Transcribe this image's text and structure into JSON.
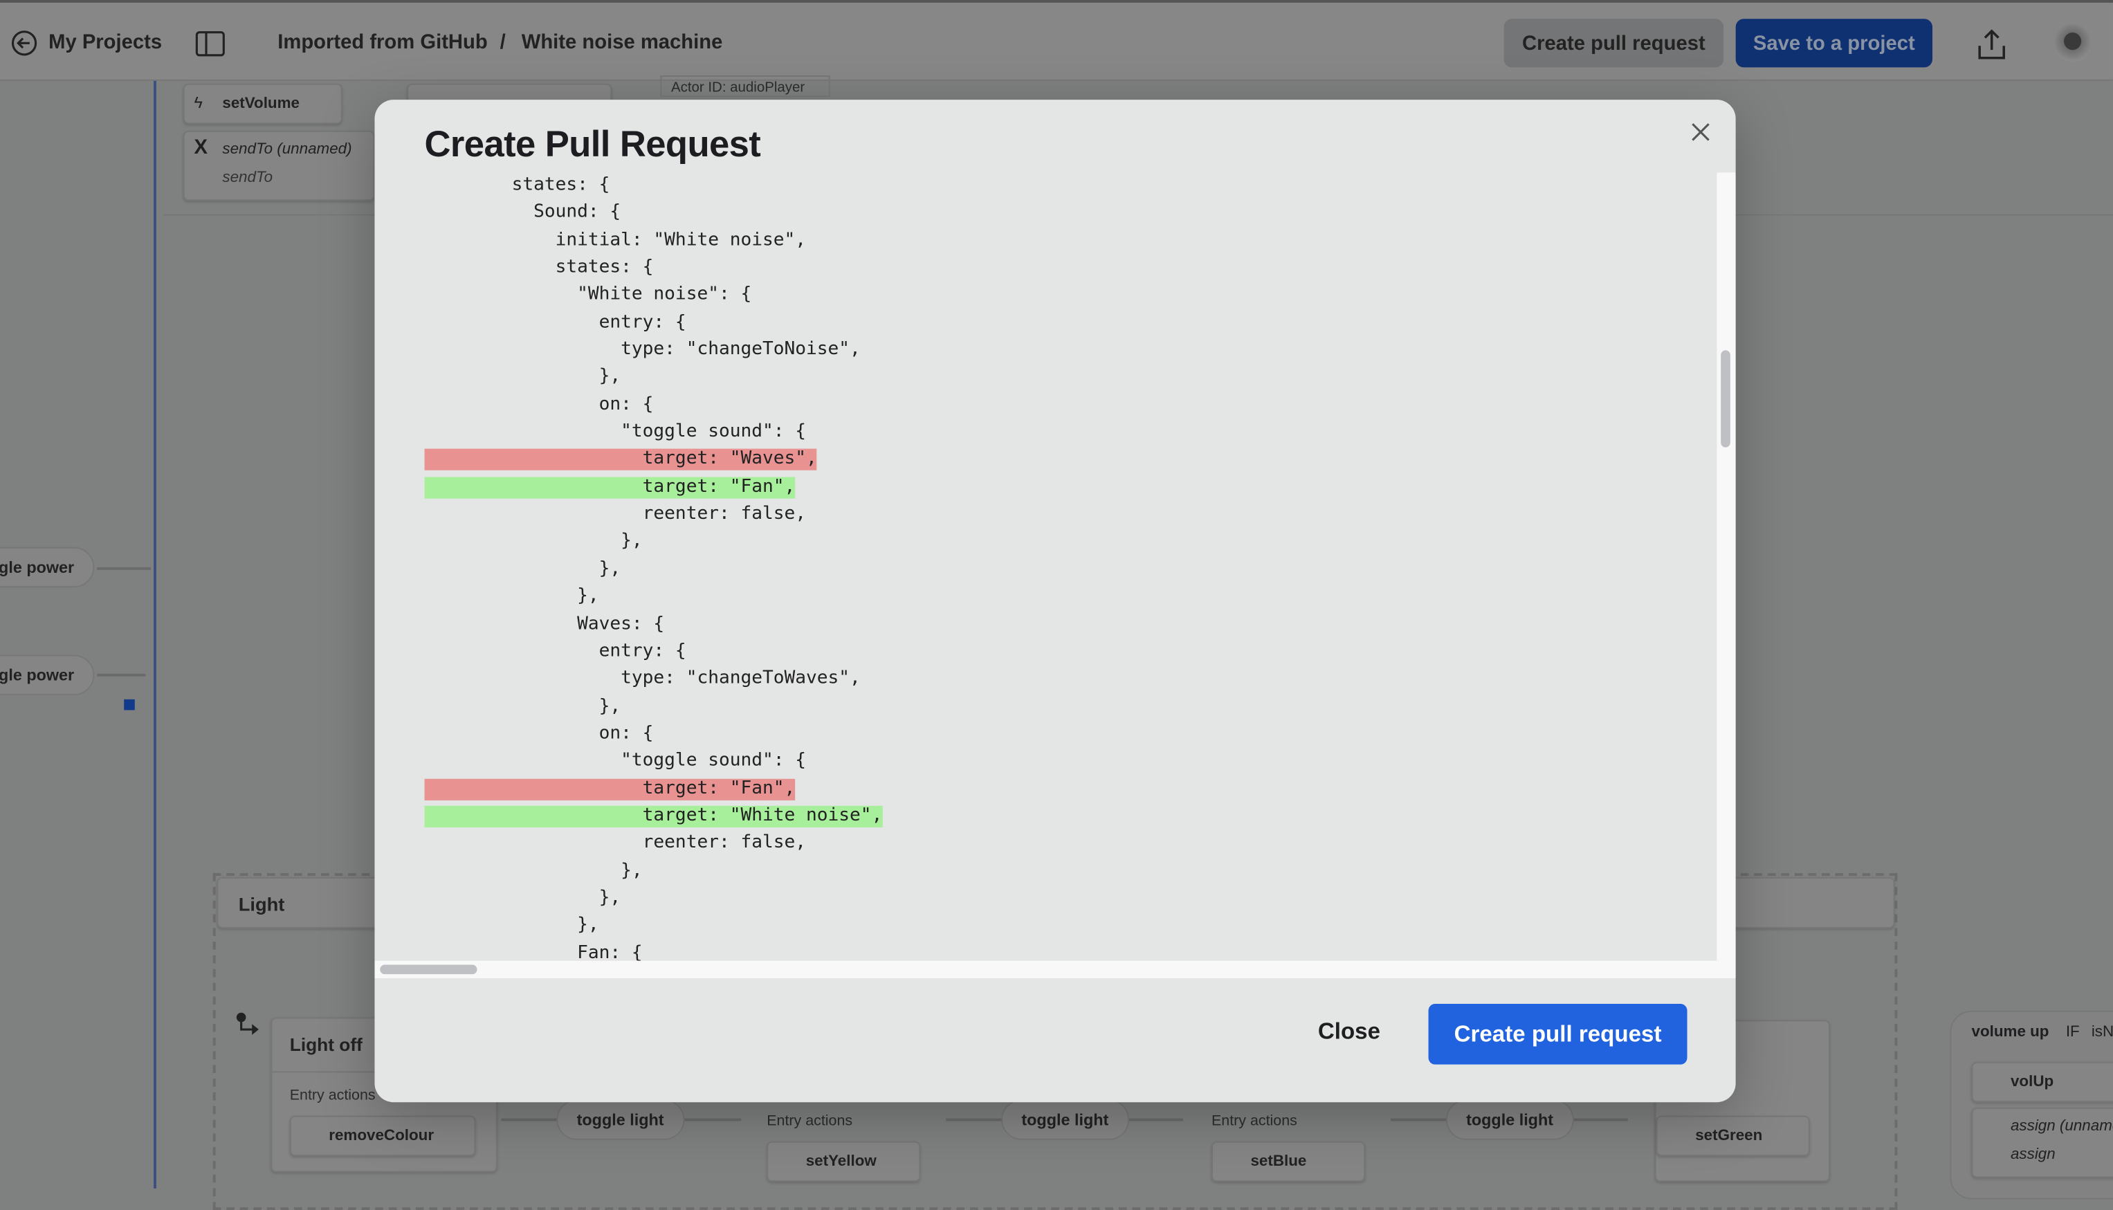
{
  "topbar": {
    "back_label": "My Projects",
    "breadcrumb": [
      "Imported from GitHub",
      "White noise machine"
    ],
    "breadcrumb_sep": "/",
    "create_pr_label": "Create pull request",
    "save_label": "Save to a project"
  },
  "canvas": {
    "actions": [
      "setVolume",
      "sendTo (unnamed)",
      "sendTo"
    ],
    "actor_id": "Actor ID:  audioPlayer",
    "transitions_left": [
      "gle power",
      "gle power"
    ],
    "light_state": "Light",
    "light_off": "Light off",
    "entry_actions": "Entry actions",
    "entry_items": [
      "removeColour",
      "setYellow",
      "setBlue",
      "setGreen"
    ],
    "toggle_light": "toggle light",
    "right_transition": {
      "event": "volume up",
      "guard": "IF",
      "guard_name": "isN",
      "actions": [
        "volUp",
        "assign (unnamed)",
        "assign"
      ]
    }
  },
  "modal": {
    "title": "Create Pull Request",
    "close_label": "Close",
    "submit_label": "Create pull request",
    "code_lines": [
      {
        "text": "        states: {",
        "diff": ""
      },
      {
        "text": "          Sound: {",
        "diff": ""
      },
      {
        "text": "            initial: \"White noise\",",
        "diff": ""
      },
      {
        "text": "            states: {",
        "diff": ""
      },
      {
        "text": "              \"White noise\": {",
        "diff": ""
      },
      {
        "text": "                entry: {",
        "diff": ""
      },
      {
        "text": "                  type: \"changeToNoise\",",
        "diff": ""
      },
      {
        "text": "                },",
        "diff": ""
      },
      {
        "text": "                on: {",
        "diff": ""
      },
      {
        "text": "                  \"toggle sound\": {",
        "diff": ""
      },
      {
        "text": "                    target: \"Waves\",",
        "diff": "del"
      },
      {
        "text": "                    target: \"Fan\",",
        "diff": "add"
      },
      {
        "text": "                    reenter: false,",
        "diff": ""
      },
      {
        "text": "                  },",
        "diff": ""
      },
      {
        "text": "                },",
        "diff": ""
      },
      {
        "text": "              },",
        "diff": ""
      },
      {
        "text": "              Waves: {",
        "diff": ""
      },
      {
        "text": "                entry: {",
        "diff": ""
      },
      {
        "text": "                  type: \"changeToWaves\",",
        "diff": ""
      },
      {
        "text": "                },",
        "diff": ""
      },
      {
        "text": "                on: {",
        "diff": ""
      },
      {
        "text": "                  \"toggle sound\": {",
        "diff": ""
      },
      {
        "text": "                    target: \"Fan\",",
        "diff": "del"
      },
      {
        "text": "                    target: \"White noise\",",
        "diff": "add"
      },
      {
        "text": "                    reenter: false,",
        "diff": ""
      },
      {
        "text": "                  },",
        "diff": ""
      },
      {
        "text": "                },",
        "diff": ""
      },
      {
        "text": "              },",
        "diff": ""
      },
      {
        "text": "              Fan: {",
        "diff": ""
      }
    ]
  },
  "colors": {
    "primary": "#2163de",
    "diff_removed": "#e89292",
    "diff_added": "#a7ef9b"
  }
}
